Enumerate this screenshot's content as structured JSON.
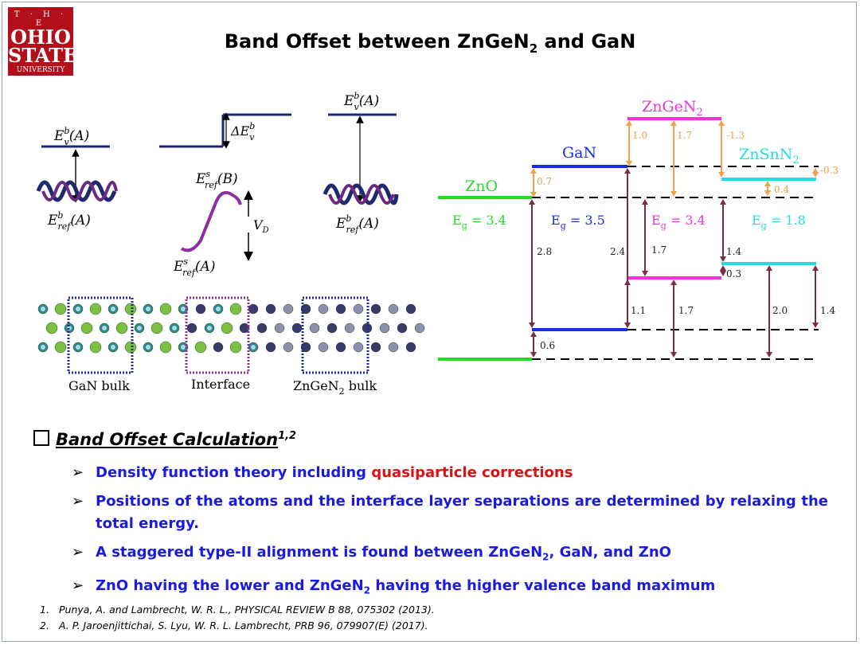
{
  "logo": {
    "line1": "T · H · E",
    "line2": "OHIO",
    "line3": "STATE",
    "line4": "UNIVERSITY"
  },
  "title": {
    "main": "Band Offset between ZnGeN",
    "sub": "2",
    "tail": " and GaN"
  },
  "schematic": {
    "ev_left": "E",
    "ev_left_sup": "b",
    "ev_left_sub": "v",
    "ev_left_arg": "(A)",
    "eref_left": "E",
    "eref_left_sup": "b",
    "eref_left_sub": "ref",
    "eref_left_arg": "(A)",
    "delta_ev": "ΔE",
    "delta_ev_sup": "b",
    "delta_ev_sub": "v",
    "erefs_b": "E",
    "erefs_b_sup": "s",
    "erefs_b_sub": "ref",
    "erefs_b_arg": "(B)",
    "erefs_a": "E",
    "erefs_a_sup": "s",
    "erefs_a_sub": "ref",
    "erefs_a_arg": "(A)",
    "vd": "V",
    "vd_sub": "D",
    "ev_right": "E",
    "ev_right_sup": "b",
    "ev_right_sub": "v",
    "ev_right_arg": "(A)",
    "eref_right": "E",
    "eref_right_sup": "b",
    "eref_right_sub": "ref",
    "eref_right_arg": "(A)"
  },
  "structure_labels": {
    "gan": "GaN  bulk",
    "interface": "Interface",
    "zngen": "ZnGeN",
    "zngen_sub": "2",
    "zngen_tail": "  bulk"
  },
  "band_diagram": {
    "materials": [
      {
        "name": "ZnO",
        "sub": "",
        "color": "#22dd22",
        "eg": "3.4"
      },
      {
        "name": "GaN",
        "sub": "",
        "color": "#1a2ee0",
        "eg": "3.5"
      },
      {
        "name": "ZnGeN",
        "sub": "2",
        "color": "#ee33dd",
        "eg": "3.4"
      },
      {
        "name": "ZnSnN",
        "sub": "2",
        "color": "#22dddd",
        "eg": "1.8"
      }
    ],
    "eg_prefix": "E",
    "eg_sub": "g",
    "offsets_orange": [
      "0.7",
      "1.0",
      "1.7",
      "-1.3",
      "0.4",
      "-0.3"
    ],
    "offsets_dark": [
      "2.8",
      "2.4",
      "1.7",
      "1.4",
      "0.3",
      "1.1",
      "1.7",
      "2.0",
      "1.4",
      "0.6"
    ]
  },
  "section": {
    "heading": "Band Offset Calculation",
    "sup": "1,2",
    "checkbox": "☐"
  },
  "bullets": {
    "arrow": "➢",
    "b1_pre": "Density function theory including ",
    "b1_red": "quasiparticle corrections",
    "b2": "Positions of the atoms and the interface layer separations are determined by relaxing the total energy.",
    "b3_pre": "A staggered type-II alignment is found between ZnGeN",
    "b3_sub": "2",
    "b3_post": ", GaN, and ZnO",
    "b4_pre": "ZnO having the lower and ZnGeN",
    "b4_sub": "2",
    "b4_post": " having the higher valence band maximum"
  },
  "references": [
    {
      "n": "1.",
      "text": "Punya, A. and Lambrecht, W. R. L., PHYSICAL REVIEW B 88, 075302 (2013)."
    },
    {
      "n": "2.",
      "text": "A. P. Jaroenjittichai, S. Lyu, W. R. L. Lambrecht, PRB 96, 079907(E) (2017)."
    }
  ]
}
